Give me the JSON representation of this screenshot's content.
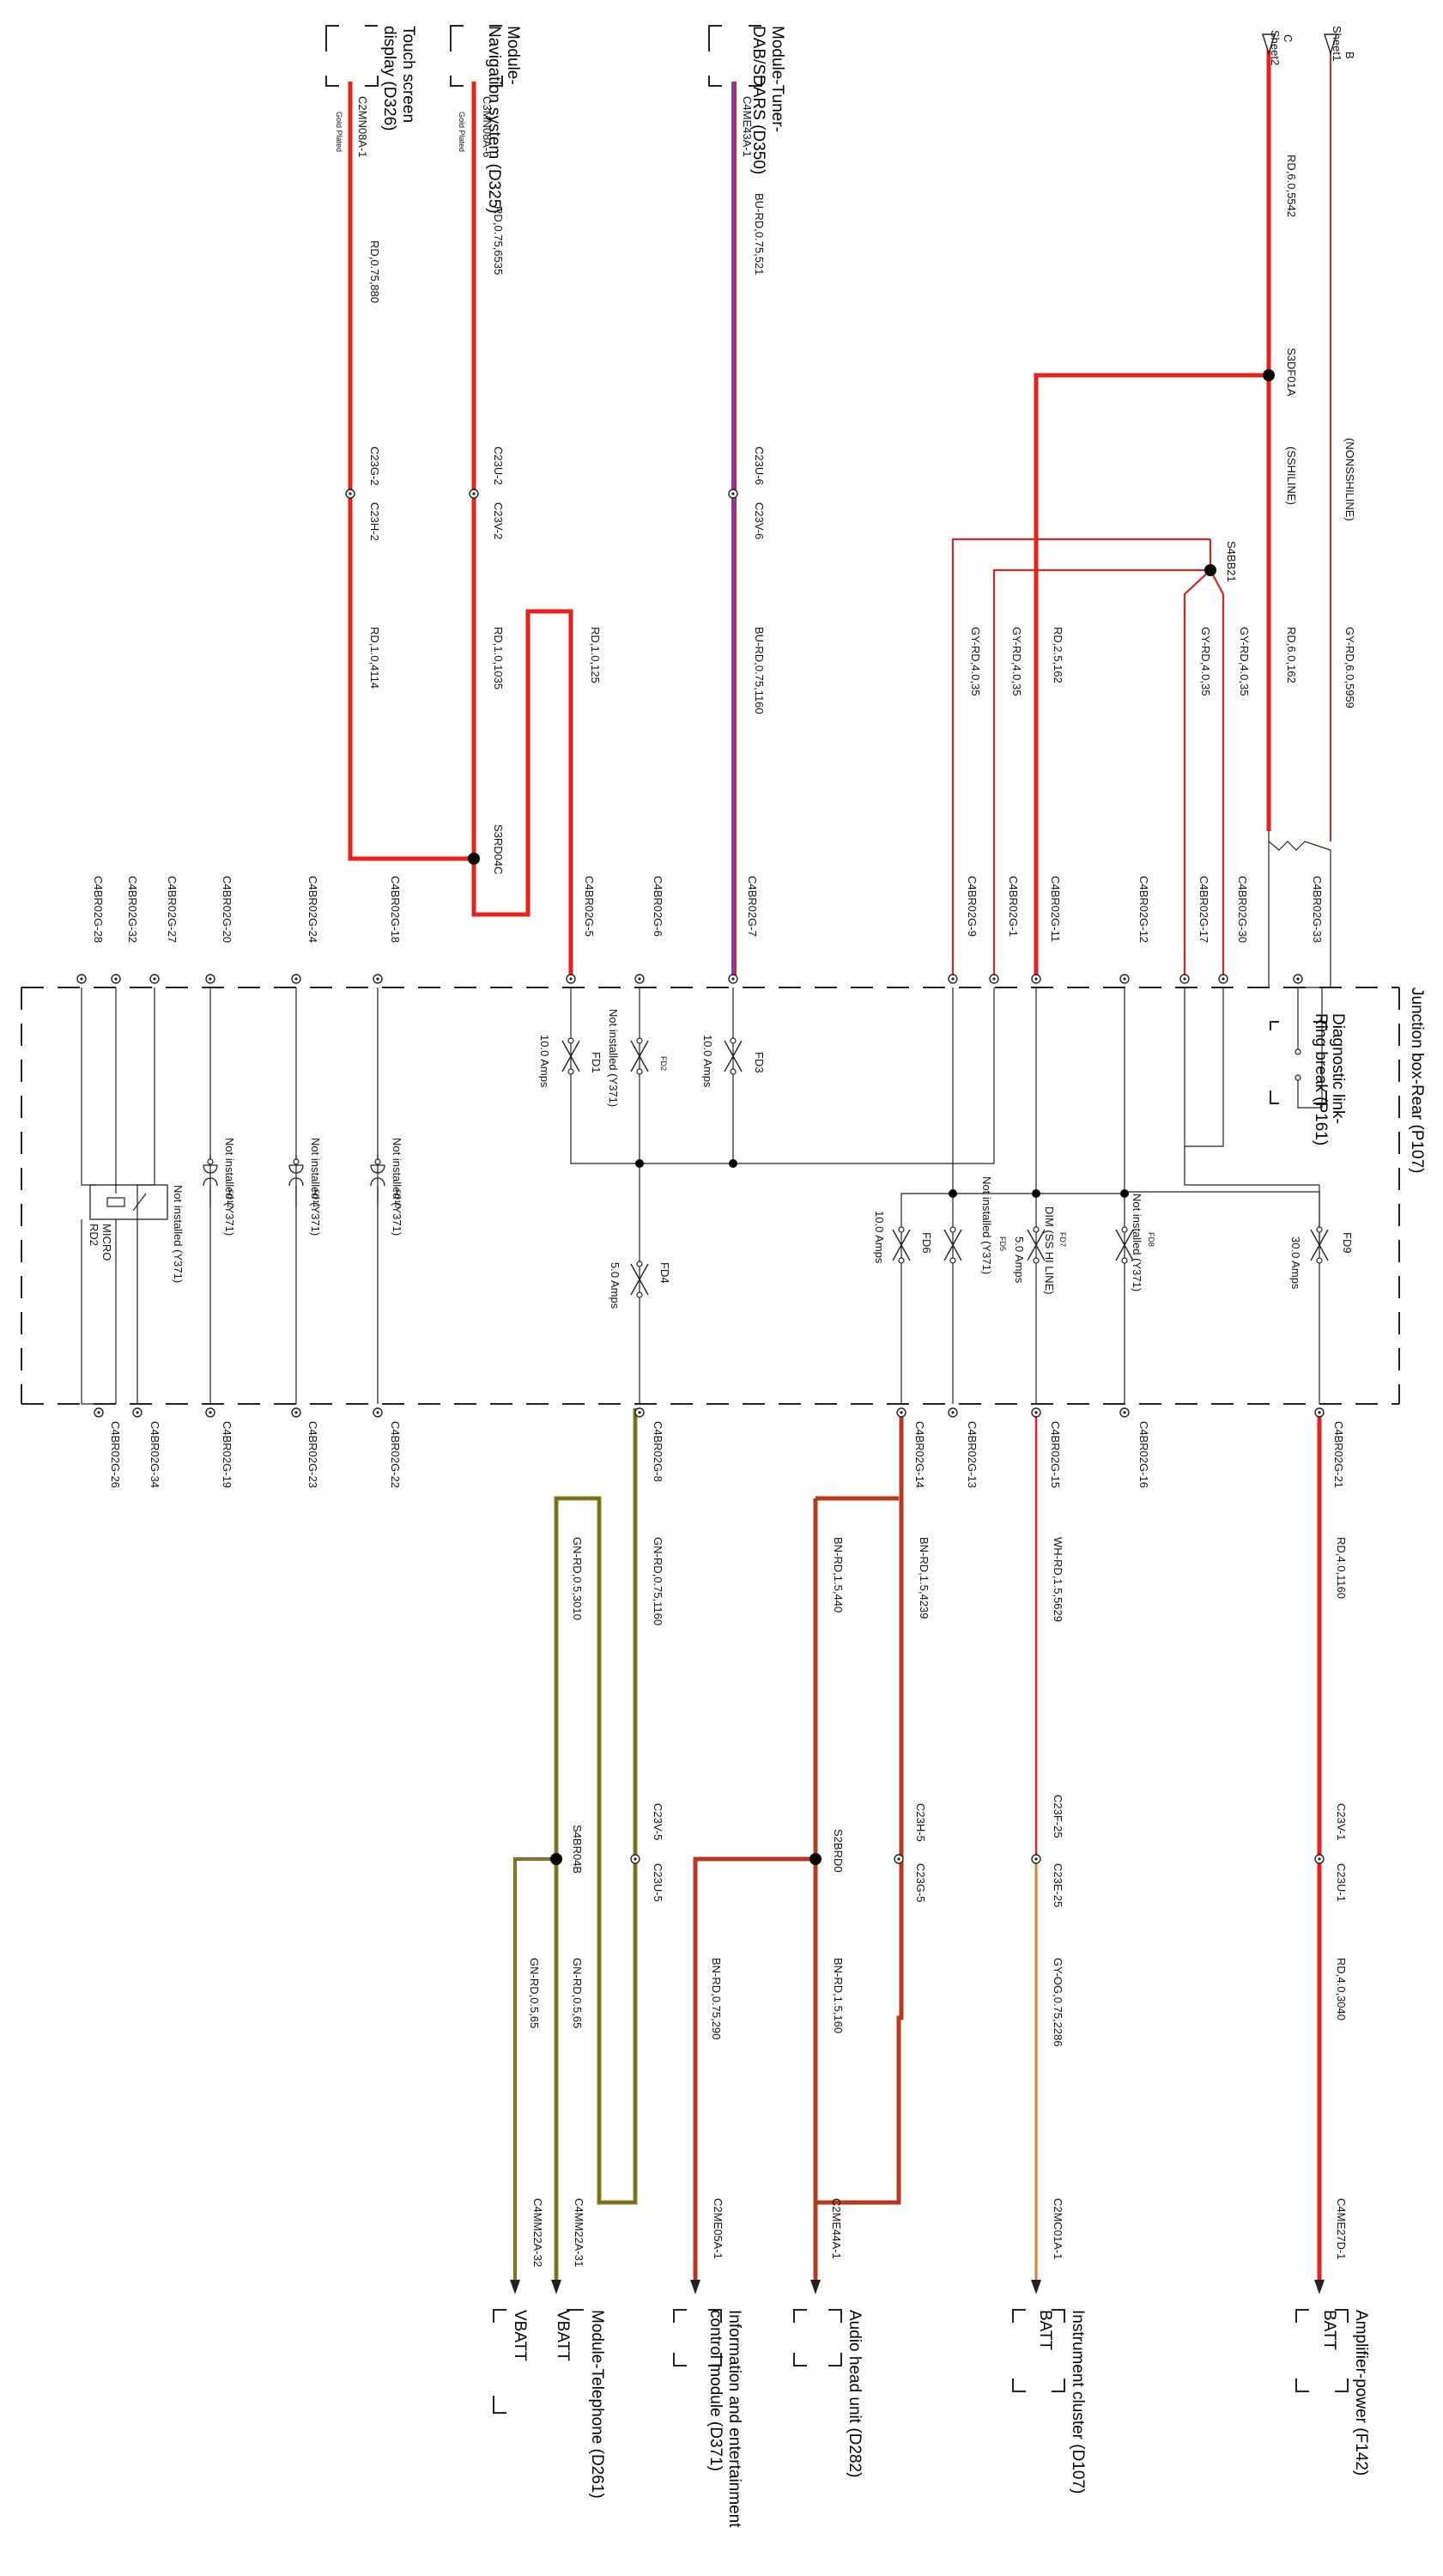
{
  "colors": {
    "red": "#e8201c",
    "thin_red": "#d42626",
    "purple": "#7b3fa8",
    "green": "#6f8f1e",
    "olive": "#8a5a2a",
    "brownred": "#b33a1c",
    "orange": "#d6822f",
    "black": "#222222"
  },
  "title": "Junction box-Rear (P107)",
  "modules": {
    "touch_screen": [
      "Touch screen",
      "display (D326)"
    ],
    "navigation": [
      "Module-",
      "Navigation system (D325)"
    ],
    "tuner": [
      "Module-Tuner-",
      "DAB/SDARS (D350)"
    ],
    "amplifier": "Amplifier-power (F142)",
    "instrument": "Instrument cluster (D107)",
    "audio_head": "Audio head unit (D282)",
    "infotainment": [
      "Information and entertainment",
      "control module (D371)"
    ],
    "telephone": "Module-Telephone (D261)",
    "diagnostic": [
      "Diagnostic link-",
      "Ring break (P161)"
    ]
  },
  "sheets": {
    "b": "B",
    "b_sheet": "Sheet1",
    "c": "C",
    "c_sheet": "Sheet2"
  },
  "power": {
    "batt": "BATT",
    "vbatt": "VBATT"
  },
  "notes": {
    "gold": "Gold Plated",
    "nonss": "(NONSSHILINE)",
    "sshi": "(SSHILINE)"
  },
  "top_connectors": {
    "touch": "C2MN08A-1",
    "nav": "C3MN08A-6",
    "tuner": "C4ME43A-1",
    "c23g2": "C23G-2",
    "c23h2": "C23H-2",
    "c23u2": "C23U-2",
    "c23v2": "C23V-2",
    "c23u6": "C23U-6",
    "c23v6": "C23V-6",
    "s3rd04c": "S3RD04C",
    "s3df01a": "S3DF01A",
    "s4bb21": "S4BB21"
  },
  "top_wires": {
    "rd_075_880": "RD,0.75,880",
    "rd_10_4114": "RD,1.0,4114",
    "rd_075_6535": "RD,0.75,6535",
    "rd_10_1035": "RD,1.0,1035",
    "rd_10_125": "RD,1.0,125",
    "bu_rd_075_521": "BU-RD,0.75,521",
    "bu_rd_075_1160": "BU-RD,0.75,1160",
    "rd_60_5542": "RD,6.0,5542",
    "gy_rd_60_5959": "GY-RD,6.0,5959",
    "rd_60_162": "RD,6.0,162",
    "gy_rd_40_35": "GY-RD,4.0,35",
    "rd_25_162": "RD,2.5,162"
  },
  "jb_pins_top": {
    "p28": "C4BR02G-28",
    "p32": "C4BR02G-32",
    "p27": "C4BR02G-27",
    "p20": "C4BR02G-20",
    "p24": "C4BR02G-24",
    "p18": "C4BR02G-18",
    "p5": "C4BR02G-5",
    "p6": "C4BR02G-6",
    "p7": "C4BR02G-7",
    "p9": "C4BR02G-9",
    "p1": "C4BR02G-1",
    "p11": "C4BR02G-11",
    "p12": "C4BR02G-12",
    "p17": "C4BR02G-17",
    "p30": "C4BR02G-30",
    "p33": "C4BR02G-33"
  },
  "jb_pins_bottom": {
    "p26": "C4BR02G-26",
    "p34": "C4BR02G-34",
    "p19": "C4BR02G-19",
    "p23": "C4BR02G-23",
    "p22": "C4BR02G-22",
    "p8": "C4BR02G-8",
    "p14": "C4BR02G-14",
    "p13": "C4BR02G-13",
    "p15": "C4BR02G-15",
    "p16": "C4BR02G-16",
    "p21": "C4BR02G-21"
  },
  "fuses": {
    "fd1": [
      "FD1",
      "10.0 Amps"
    ],
    "fd2": [
      "FD2",
      "Not installed (Y371)"
    ],
    "fd3": [
      "FD3",
      "10.0 Amps"
    ],
    "fd4": [
      "FD4",
      "5.0 Amps"
    ],
    "fd5": [
      "FD5",
      "Not installed (Y371)"
    ],
    "fd6": [
      "FD6",
      "10.0 Amps"
    ],
    "fd7": [
      "FD7",
      "DIM (SS HI LINE)",
      "5.0 Amps"
    ],
    "fd8": [
      "FD8",
      "Not installed (Y371)"
    ],
    "fd9": [
      "FD9",
      "30.0 Amps"
    ],
    "fd10": [
      "FD10",
      "Not installed (Y371)"
    ],
    "fd11": [
      "FD11",
      "Not installed (Y371)"
    ],
    "fd12": [
      "FD12",
      "Not installed (Y371)"
    ],
    "relay": [
      "Not installed (Y371)",
      "MICRO",
      "RD2"
    ]
  },
  "bottom_wires": {
    "gn_rd_075_1160": "GN-RD,0.75,1160",
    "gn_rd_05_3010": "GN-RD,0.5,3010",
    "gn_rd_05_65": "GN-RD,0.5,65",
    "bn_rd_15_440": "BN-RD,1.5,440",
    "bn_rd_15_4239": "BN-RD,1.5,4239",
    "bn_rd_15_160": "BN-RD,1.5,160",
    "bn_rd_075_290": "BN-RD,0.75,290",
    "wh_rd_15_5629": "WH-RD,1.5,5629",
    "gy_og_075_2286": "GY-OG,0.75,2286",
    "rd_40_1160": "RD,4.0,1160",
    "rd_40_3040": "RD,4.0,3040"
  },
  "bottom_connectors": {
    "c23v5": "C23V-5",
    "c23u5": "C23U-5",
    "s4br04b": "S4BR04B",
    "c23h5": "C23H-5",
    "c23g5": "C23G-5",
    "s2brd0": "S2BRD0",
    "c23f25": "C23F-25",
    "c23e25": "C23E-25",
    "c23v1": "C23V-1",
    "c23u1": "C23U-1",
    "c4mm22a31": "C4MM22A-31",
    "c4mm22a32": "C4MM22A-32",
    "c2me05a1": "C2ME05A-1",
    "c2me44a1": "C2ME44A-1",
    "c2mc01a1": "C2MC01A-1",
    "c4me27d1": "C4ME27D-1"
  }
}
